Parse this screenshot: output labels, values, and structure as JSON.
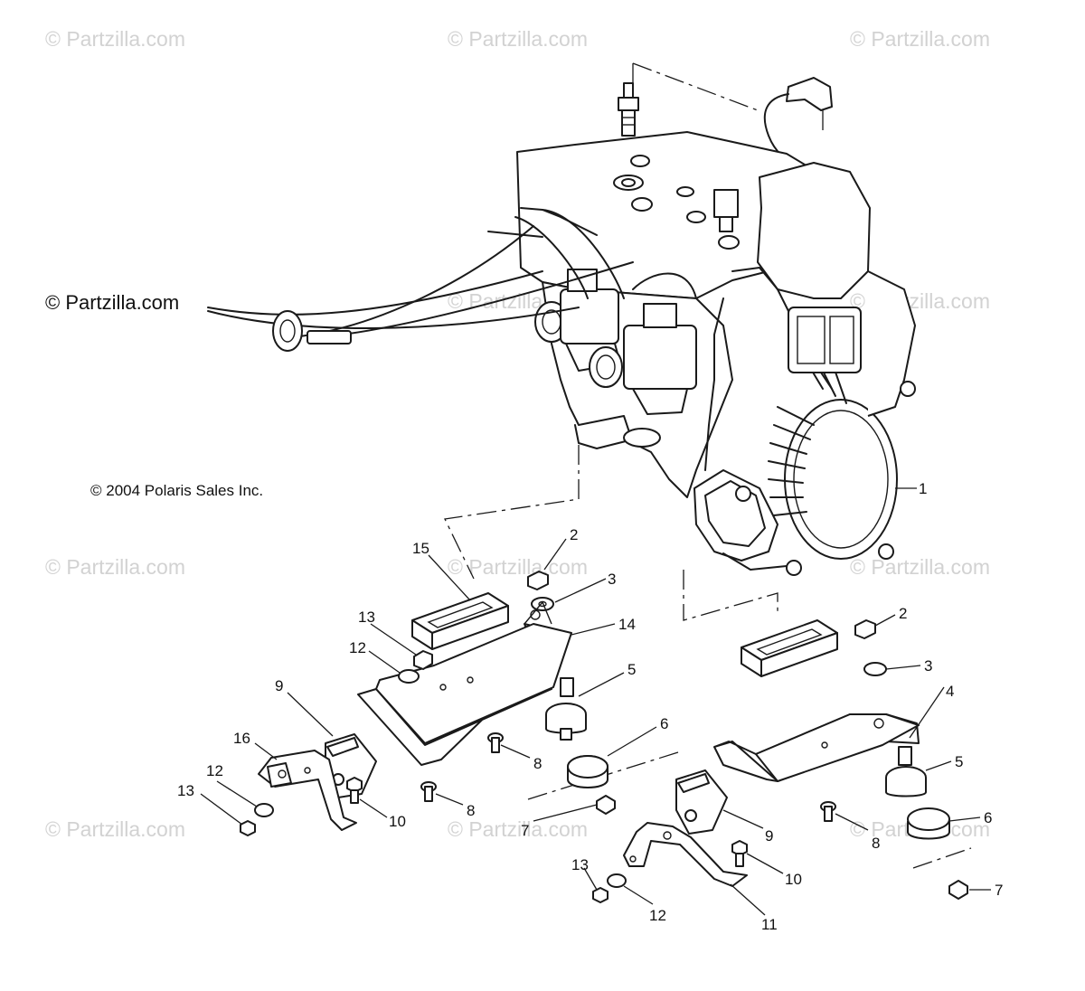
{
  "watermark_text": "© Partzilla.com",
  "brand_label": "© Partzilla.com",
  "copyright": "© 2004 Polaris Sales Inc.",
  "callouts": {
    "c1": "1",
    "c2a": "2",
    "c2b": "2",
    "c3a": "3",
    "c3b": "3",
    "c4": "4",
    "c5a": "5",
    "c5b": "5",
    "c6a": "6",
    "c6b": "6",
    "c7a": "7",
    "c7b": "7",
    "c8a": "8",
    "c8b": "8",
    "c8c": "8",
    "c9a": "9",
    "c9b": "9",
    "c10a": "10",
    "c10b": "10",
    "c11": "11",
    "c12a": "12",
    "c12b": "12",
    "c12c": "12",
    "c13a": "13",
    "c13b": "13",
    "c13c": "13",
    "c14": "14",
    "c15": "15",
    "c16": "16"
  }
}
